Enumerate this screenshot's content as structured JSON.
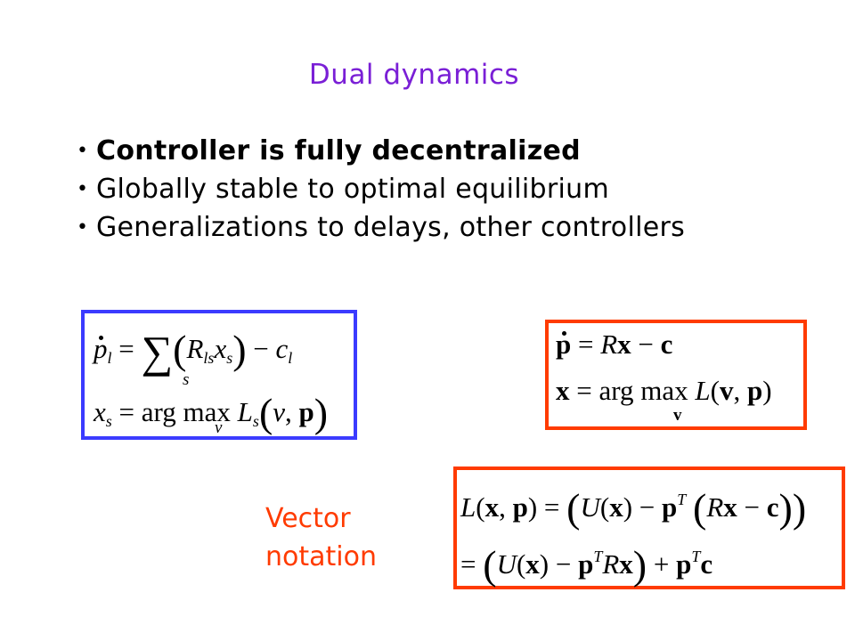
{
  "title": "Dual dynamics",
  "colors": {
    "title": "#7a1fd6",
    "text": "#000000",
    "blue_box": "#3b3bff",
    "red_box": "#ff3b00",
    "label": "#ff3b00"
  },
  "bullets": [
    {
      "text": "Controller is fully decentralized",
      "bold": true
    },
    {
      "text": "Globally stable to optimal equilibrium",
      "bold": false
    },
    {
      "text": "Generalizations to delays, other controllers",
      "bold": false
    }
  ],
  "bullet_char": "•",
  "vector_label": {
    "line1": "Vector",
    "line2": "notation"
  },
  "equations": {
    "scalar": {
      "line1": "ṗ_l = Σ_s ( R_ls x_s ) − c_l",
      "line2": "x_s = arg max_v L_s ( v, p )"
    },
    "vector": {
      "line1": "ṗ = Rx − c",
      "line2": "x = arg max_v L(v, p)"
    },
    "lagrangian": {
      "line1": "L(x, p) = ( U(x) − p^T ( Rx − c ) )",
      "line2": "= ( U(x) − p^T Rx ) + p^T c"
    }
  }
}
